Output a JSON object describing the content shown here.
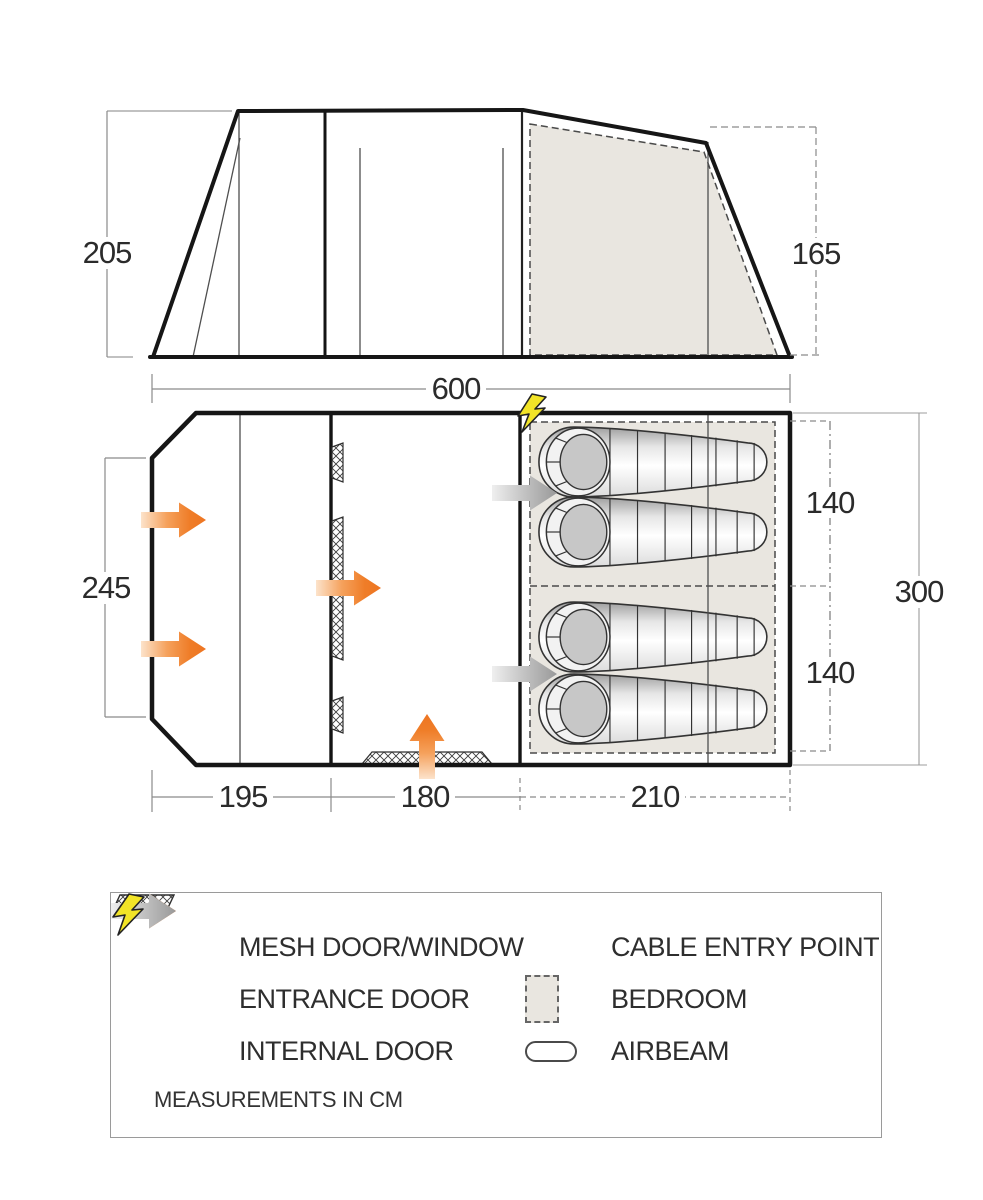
{
  "units_note": "MEASUREMENTS IN CM",
  "elevation": {
    "front_height": "205",
    "rear_height": "165"
  },
  "plan": {
    "total_width": "600",
    "front_width": "245",
    "total_depth": "300",
    "bedroom_section_1_depth": "140",
    "bedroom_section_2_depth": "140",
    "porch_length": "195",
    "living_length": "180",
    "bedroom_length": "210"
  },
  "legend": {
    "items": [
      {
        "icon": "mesh-icon",
        "label": "MESH DOOR/WINDOW"
      },
      {
        "icon": "entrance-door-icon",
        "label": "ENTRANCE DOOR"
      },
      {
        "icon": "internal-door-icon",
        "label": "INTERNAL DOOR"
      },
      {
        "icon": "cable-entry-icon",
        "label": "CABLE ENTRY POINT"
      },
      {
        "icon": "bedroom-swatch-icon",
        "label": "BEDROOM"
      },
      {
        "icon": "airbeam-icon",
        "label": "AIRBEAM"
      }
    ],
    "note": "MEASUREMENTS IN CM"
  },
  "colors": {
    "entrance": "#ee7a25",
    "internal": "#9b9b9b",
    "yellow": "#f2e427",
    "beige": "#e9e6e0",
    "outline": "#161616",
    "dimtext": "#2b2b2b"
  }
}
